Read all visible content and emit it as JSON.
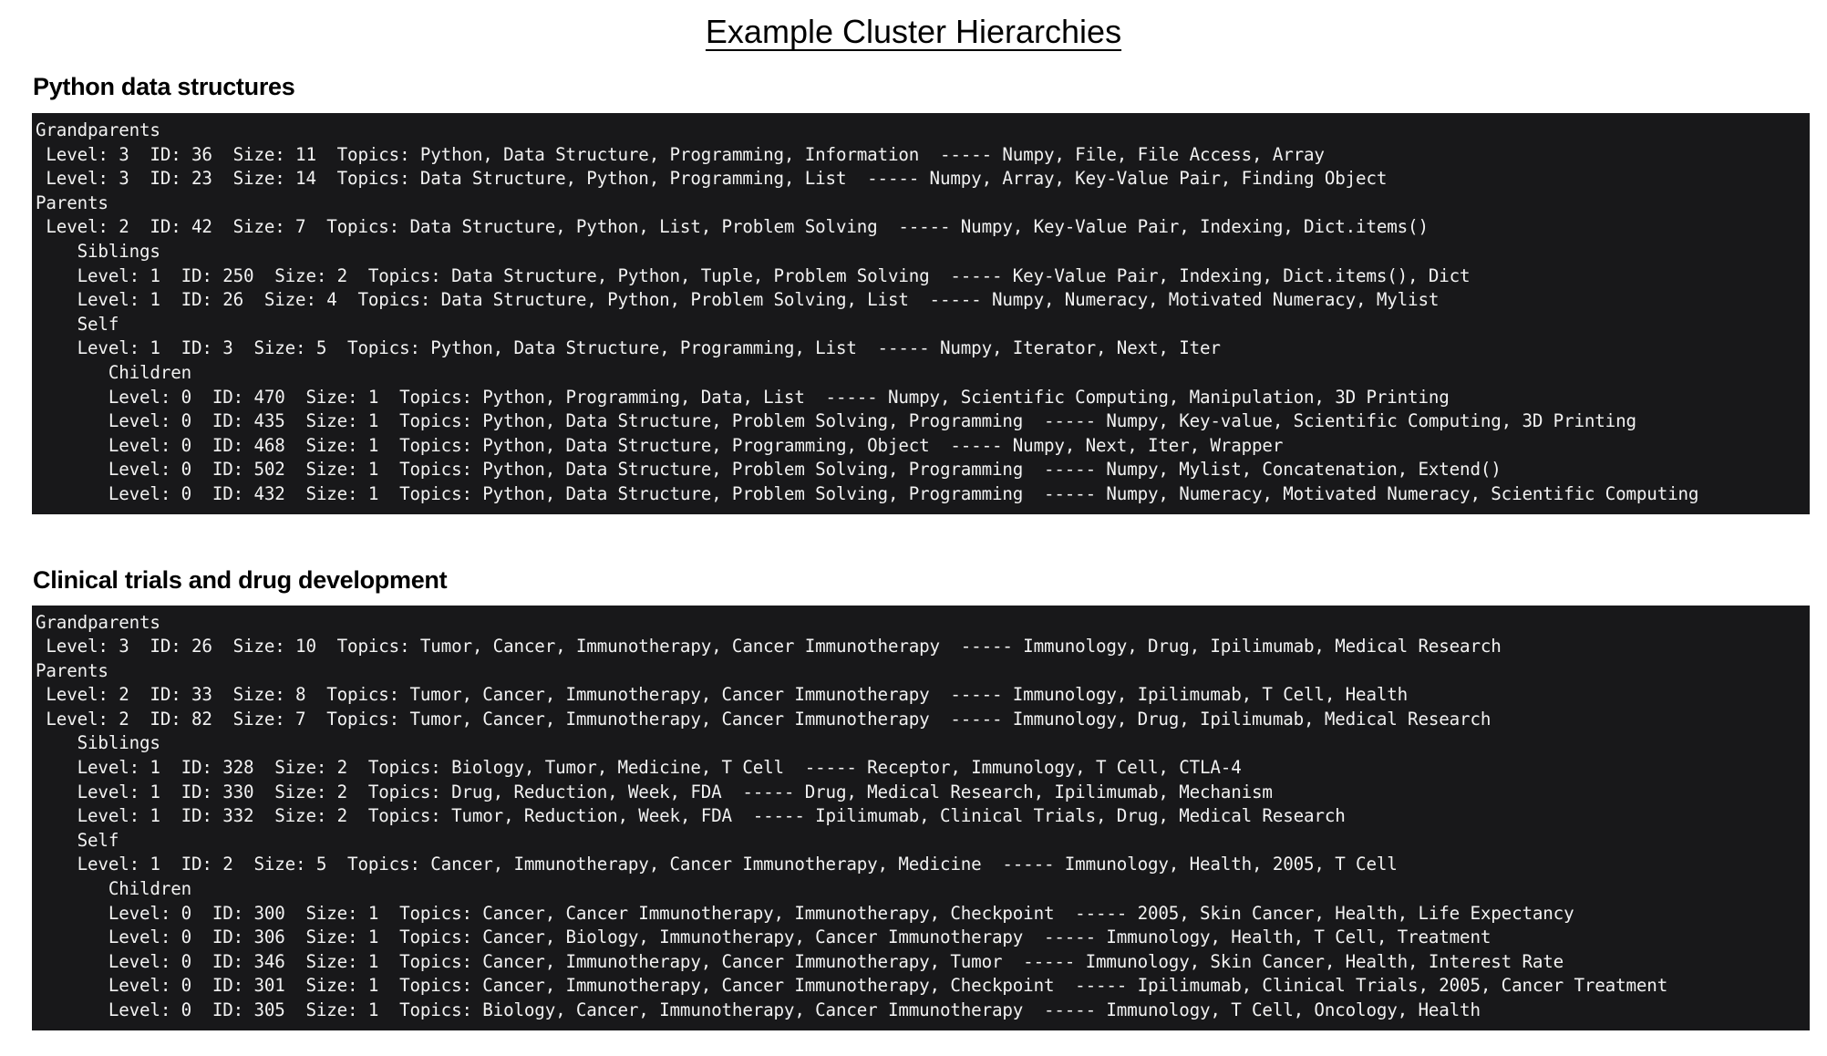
{
  "title": "Example Cluster Hierarchies",
  "sections": [
    {
      "heading": "Python data structures",
      "lines": [
        "Grandparents",
        " Level: 3  ID: 36  Size: 11  Topics: Python, Data Structure, Programming, Information  ----- Numpy, File, File Access, Array",
        " Level: 3  ID: 23  Size: 14  Topics: Data Structure, Python, Programming, List  ----- Numpy, Array, Key-Value Pair, Finding Object",
        "Parents",
        " Level: 2  ID: 42  Size: 7  Topics: Data Structure, Python, List, Problem Solving  ----- Numpy, Key-Value Pair, Indexing, Dict.items()",
        "    Siblings",
        "    Level: 1  ID: 250  Size: 2  Topics: Data Structure, Python, Tuple, Problem Solving  ----- Key-Value Pair, Indexing, Dict.items(), Dict",
        "    Level: 1  ID: 26  Size: 4  Topics: Data Structure, Python, Problem Solving, List  ----- Numpy, Numeracy, Motivated Numeracy, Mylist",
        "    Self",
        "    Level: 1  ID: 3  Size: 5  Topics: Python, Data Structure, Programming, List  ----- Numpy, Iterator, Next, Iter",
        "       Children",
        "       Level: 0  ID: 470  Size: 1  Topics: Python, Programming, Data, List  ----- Numpy, Scientific Computing, Manipulation, 3D Printing",
        "       Level: 0  ID: 435  Size: 1  Topics: Python, Data Structure, Problem Solving, Programming  ----- Numpy, Key-value, Scientific Computing, 3D Printing",
        "       Level: 0  ID: 468  Size: 1  Topics: Python, Data Structure, Programming, Object  ----- Numpy, Next, Iter, Wrapper",
        "       Level: 0  ID: 502  Size: 1  Topics: Python, Data Structure, Problem Solving, Programming  ----- Numpy, Mylist, Concatenation, Extend()",
        "       Level: 0  ID: 432  Size: 1  Topics: Python, Data Structure, Problem Solving, Programming  ----- Numpy, Numeracy, Motivated Numeracy, Scientific Computing"
      ]
    },
    {
      "heading": "Clinical trials and drug development",
      "lines": [
        "Grandparents",
        " Level: 3  ID: 26  Size: 10  Topics: Tumor, Cancer, Immunotherapy, Cancer Immunotherapy  ----- Immunology, Drug, Ipilimumab, Medical Research",
        "Parents",
        " Level: 2  ID: 33  Size: 8  Topics: Tumor, Cancer, Immunotherapy, Cancer Immunotherapy  ----- Immunology, Ipilimumab, T Cell, Health",
        " Level: 2  ID: 82  Size: 7  Topics: Tumor, Cancer, Immunotherapy, Cancer Immunotherapy  ----- Immunology, Drug, Ipilimumab, Medical Research",
        "    Siblings",
        "    Level: 1  ID: 328  Size: 2  Topics: Biology, Tumor, Medicine, T Cell  ----- Receptor, Immunology, T Cell, CTLA-4",
        "    Level: 1  ID: 330  Size: 2  Topics: Drug, Reduction, Week, FDA  ----- Drug, Medical Research, Ipilimumab, Mechanism",
        "    Level: 1  ID: 332  Size: 2  Topics: Tumor, Reduction, Week, FDA  ----- Ipilimumab, Clinical Trials, Drug, Medical Research",
        "    Self",
        "    Level: 1  ID: 2  Size: 5  Topics: Cancer, Immunotherapy, Cancer Immunotherapy, Medicine  ----- Immunology, Health, 2005, T Cell",
        "       Children",
        "       Level: 0  ID: 300  Size: 1  Topics: Cancer, Cancer Immunotherapy, Immunotherapy, Checkpoint  ----- 2005, Skin Cancer, Health, Life Expectancy",
        "       Level: 0  ID: 306  Size: 1  Topics: Cancer, Biology, Immunotherapy, Cancer Immunotherapy  ----- Immunology, Health, T Cell, Treatment",
        "       Level: 0  ID: 346  Size: 1  Topics: Cancer, Immunotherapy, Cancer Immunotherapy, Tumor  ----- Immunology, Skin Cancer, Health, Interest Rate",
        "       Level: 0  ID: 301  Size: 1  Topics: Cancer, Immunotherapy, Cancer Immunotherapy, Checkpoint  ----- Ipilimumab, Clinical Trials, 2005, Cancer Treatment",
        "       Level: 0  ID: 305  Size: 1  Topics: Biology, Cancer, Immunotherapy, Cancer Immunotherapy  ----- Immunology, T Cell, Oncology, Health"
      ]
    }
  ],
  "colors": {
    "background": "#ffffff",
    "code_background": "#18181a",
    "code_text": "#f2f2f2",
    "text": "#000000"
  }
}
